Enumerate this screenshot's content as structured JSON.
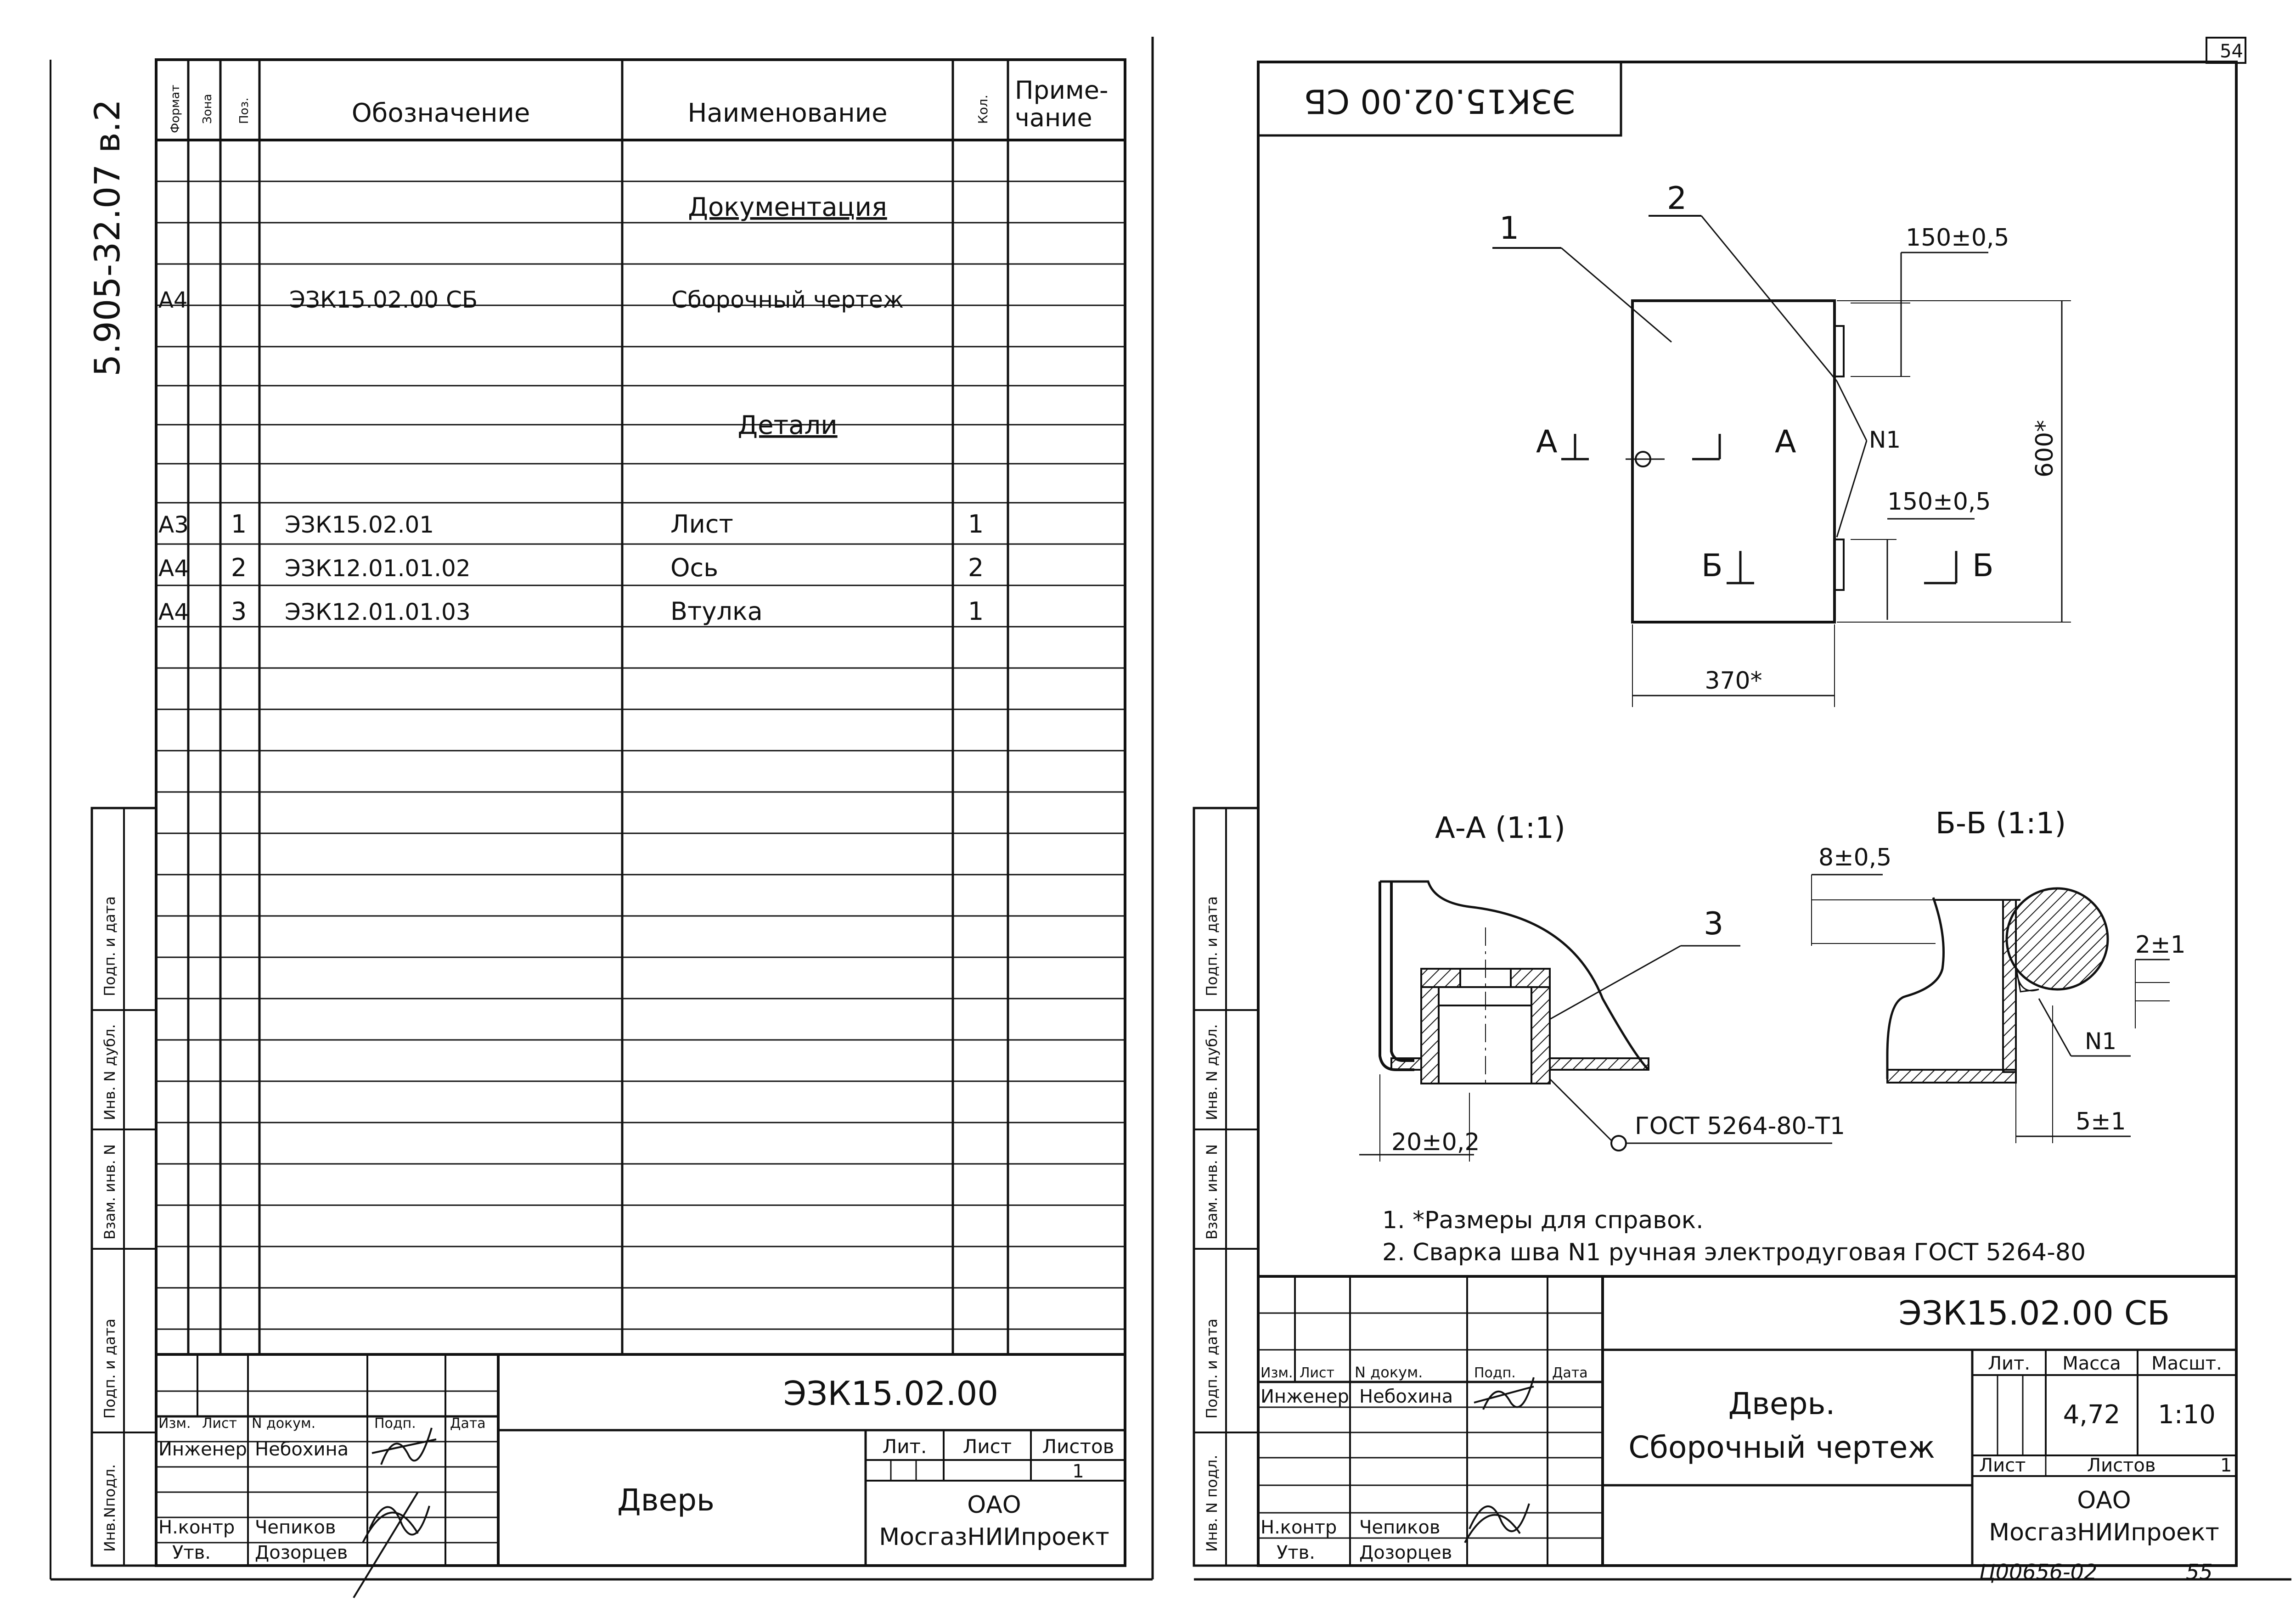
{
  "left": {
    "side_code": "5.905-32.07 в.2",
    "headers": {
      "format": "Формат",
      "zone": "Зона",
      "pos": "Поз.",
      "designation": "Обозначение",
      "name": "Наименование",
      "qty": "Кол.",
      "note1": "Приме-",
      "note2": "чание"
    },
    "sections": {
      "docs": "Документация",
      "parts": "Детали"
    },
    "doc_row": {
      "format": "А4",
      "designation": "ЭЗК15.02.00 СБ",
      "name": "Сборочный чертеж"
    },
    "parts": [
      {
        "format": "А3",
        "pos": "1",
        "designation": "ЭЗК15.02.01",
        "name": "Лист",
        "qty": "1"
      },
      {
        "format": "А4",
        "pos": "2",
        "designation": "ЭЗК12.01.01.02",
        "name": "Ось",
        "qty": "2"
      },
      {
        "format": "А4",
        "pos": "3",
        "designation": "ЭЗК12.01.01.03",
        "name": "Втулка",
        "qty": "1"
      }
    ],
    "side_fields": [
      "Подп. и дата",
      "Инв. N дубл.",
      "Взам. инв. N",
      "Подп. и дата",
      "Инв.Nподл."
    ],
    "title_block": {
      "code": "ЭЗК15.02.00",
      "name": "Дверь",
      "org1": "ОАО",
      "org2": "МосгазНИИпроект",
      "lit": "Лит.",
      "sheet": "Лист",
      "sheets": "Листов",
      "sheets_val": "1",
      "cols": [
        "Изм.",
        "Лист",
        "N докум.",
        "Подп.",
        "Дата"
      ],
      "roles": [
        {
          "role": "Инженер",
          "person": "Небохина"
        },
        {
          "role": "Н.контр",
          "person": "Чепиков"
        },
        {
          "role": "Утв.",
          "person": "Дозорцев"
        }
      ]
    }
  },
  "right": {
    "page_number": "54",
    "top_code": "ЭЗК15.02.00 СБ",
    "callouts": {
      "c1": "1",
      "c2": "2",
      "c3": "3"
    },
    "dims": {
      "d150a": "150±0,5",
      "d150b": "150±0,5",
      "d600": "600*",
      "d370": "370*",
      "d8": "8±0,5",
      "d2": "2±1",
      "d20": "20±0,2",
      "d5": "5±1"
    },
    "weld": "N1",
    "weld2": "N1",
    "section_marks": {
      "a_left": "А",
      "a_right": "А",
      "b_left": "Б",
      "b_right": "Б"
    },
    "sections": {
      "aa": "А-А (1:1)",
      "bb": "Б-Б (1:1)"
    },
    "gost_leader": "ГОСТ 5264-80-Т1",
    "notes": [
      "1. *Размеры для справок.",
      "2. Сварка шва N1 ручная электродуговая ГОСТ 5264-80"
    ],
    "side_fields": [
      "Подп. и дата",
      "Инв. N дубл.",
      "Взам. инв. N",
      "Подп. и дата",
      "Инв. N подл."
    ],
    "title_block": {
      "code": "ЭЗК15.02.00 СБ",
      "name1": "Дверь.",
      "name2": "Сборочный чертеж",
      "lit": "Лит.",
      "mass": "Масса",
      "scale": "Масшт.",
      "mass_val": "4,72",
      "scale_val": "1:10",
      "sheet": "Лист",
      "sheets": "Листов",
      "sheets_val": "1",
      "org1": "ОАО",
      "org2": "МосгазНИИпроект",
      "cols": [
        "Изм.",
        "Лист",
        "N докум.",
        "Подп.",
        "Дата"
      ],
      "roles": [
        {
          "role": "Инженер",
          "person": "Небохина"
        },
        {
          "role": "Н.контр",
          "person": "Чепиков"
        },
        {
          "role": "Утв.",
          "person": "Дозорцев"
        }
      ]
    },
    "archive_no": "Ц00656-02",
    "page_number_bottom": "55"
  }
}
